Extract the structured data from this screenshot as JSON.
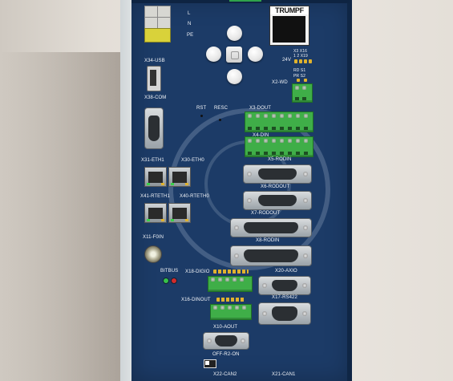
{
  "labels": {
    "power_l": "L",
    "power_n": "N",
    "power_pe": "PE",
    "usb": "X34-USB",
    "com": "X38-COM",
    "rst": "RST",
    "resc": "RESC",
    "x3x16": "X3 X16",
    "x3x16_sub": "1 2  X19",
    "v24": "24V",
    "rd_s1": "RD  S1",
    "pr_s2": "PR  S2",
    "wd": "X2-WD",
    "dout": "X3-DOUT",
    "din": "X4-DIN",
    "eth1": "X31-ETH1",
    "eth0": "X30-ETH0",
    "rodin5": "X5-RODIN",
    "rodout6": "X6-RODOUT",
    "rteth1": "X41-RTETH1",
    "rteth0": "X40-RTETH0",
    "rodout7": "X7-RODOUT",
    "f0in": "X11-F0IN",
    "rodin8": "X8-RODIN",
    "bitbus": "BITBUS",
    "digio": "X18-DIGIO",
    "axio": "X20-AXIO",
    "dinout": "X16-DINOUT",
    "rs422": "X17-RS422",
    "aout": "X10-AOUT",
    "offon": "OFF-R2-ON",
    "can2": "X22-CAN2",
    "can1": "X21-CAN1"
  },
  "brand": {
    "logo_text": "TRUMPF"
  },
  "colors": {
    "panel": "#1c3b67",
    "terminal_green": "#3fae48",
    "led_green": "#37c24a",
    "led_red": "#d22b2b"
  },
  "icons": {
    "nav_up": "arrow-up-button",
    "nav_down": "arrow-down-button",
    "nav_left": "arrow-left-button",
    "nav_right": "arrow-right-button",
    "nav_center": "center-button"
  }
}
